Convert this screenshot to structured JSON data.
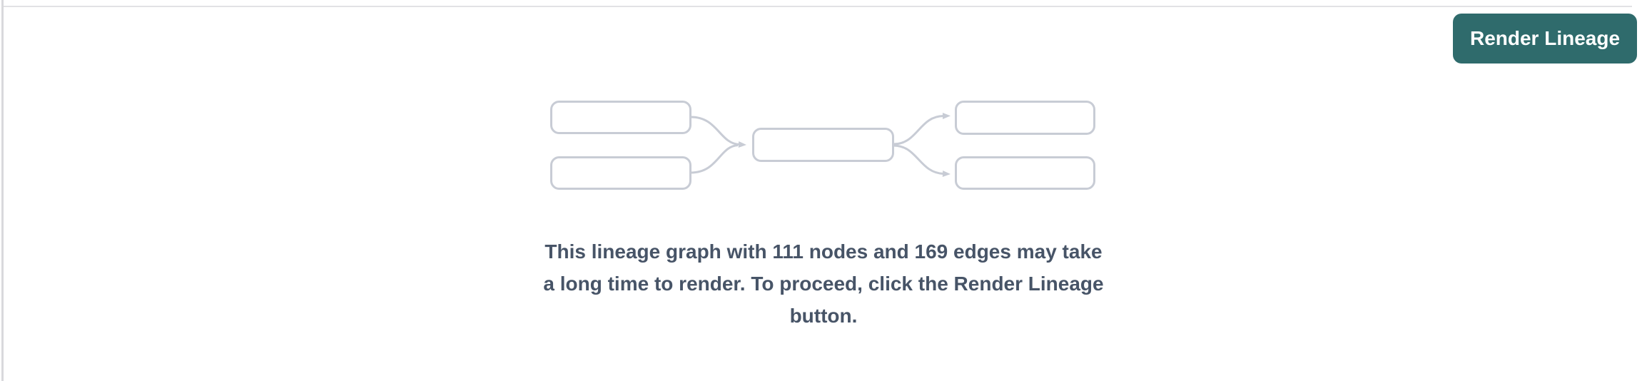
{
  "header": {
    "render_button_label": "Render Lineage",
    "button_color": "#2f6b6c"
  },
  "placeholder": {
    "message_lines": [
      "This lineage graph with 111 nodes and 169 edges may take",
      "a long time to render. To proceed, click the Render Lineage",
      "button."
    ],
    "full_message": "This lineage graph with 111 nodes and 169 edges may take a long time to render. To proceed, click the Render Lineage button.",
    "node_count": 111,
    "edge_count": 169,
    "illustration_stroke_color": "#c8ccd5",
    "text_color": "#475467"
  },
  "panel": {
    "background_color": "#ffffff",
    "top_border_color": "#e2e2e5",
    "left_border_color": "#d9d9dc"
  }
}
